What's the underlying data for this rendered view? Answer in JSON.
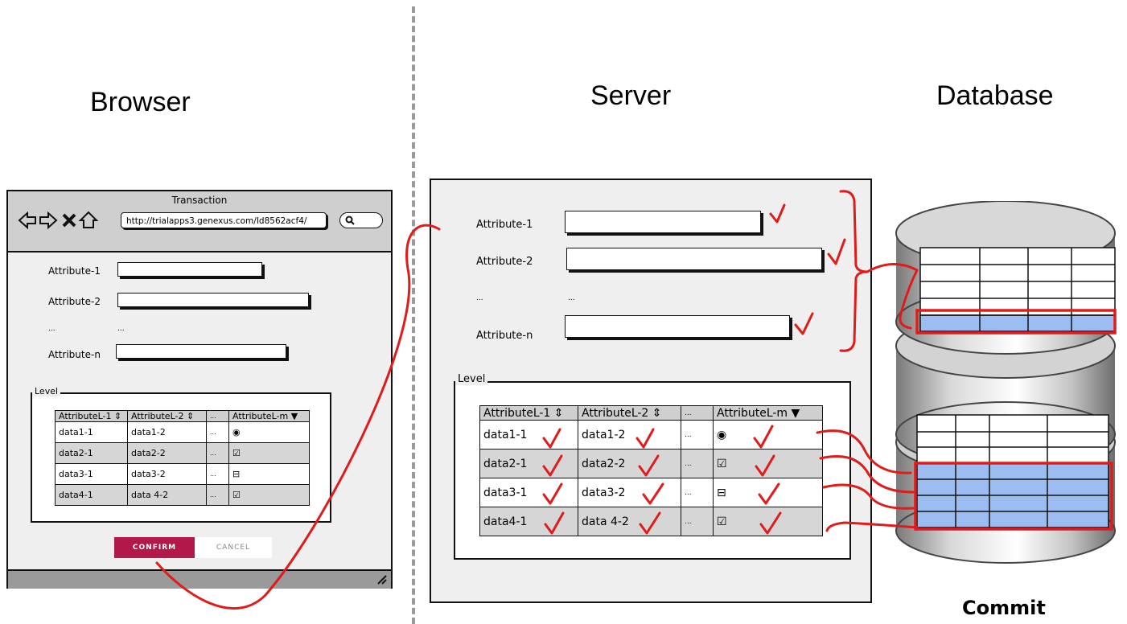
{
  "headings": {
    "browser": "Browser",
    "server": "Server",
    "database": "Database"
  },
  "browser_window": {
    "title": "Transaction",
    "url": "http://trialapps3.genexus.com/Id8562acf4/",
    "attributes": [
      "Attribute-1",
      "Attribute-2",
      "...",
      "Attribute-n"
    ],
    "ellipsis_value": "...",
    "level_label": "Level",
    "columns": [
      "AttributeL-1",
      "AttributeL-2",
      "...",
      "AttributeL-m"
    ],
    "rows": [
      {
        "c1": "data1-1",
        "c2": "data1-2",
        "c3": "...",
        "c4": "◉"
      },
      {
        "c1": "data2-1",
        "c2": "data2-2",
        "c3": "...",
        "c4": "☑"
      },
      {
        "c1": "data3-1",
        "c2": "data3-2",
        "c3": "...",
        "c4": "⊟"
      },
      {
        "c1": "data4-1",
        "c2": "data 4-2",
        "c3": "...",
        "c4": "☑"
      }
    ],
    "confirm_label": "CONFIRM",
    "cancel_label": "CANCEL"
  },
  "server_window": {
    "attributes": [
      "Attribute-1",
      "Attribute-2",
      "...",
      "Attribute-n"
    ],
    "ellipsis_value": "...",
    "level_label": "Level",
    "columns": [
      "AttributeL-1",
      "AttributeL-2",
      "...",
      "AttributeL-m"
    ],
    "rows": [
      {
        "c1": "data1-1",
        "c2": "data1-2",
        "c3": "...",
        "c4": "◉"
      },
      {
        "c1": "data2-1",
        "c2": "data2-2",
        "c3": "...",
        "c4": "☑"
      },
      {
        "c1": "data3-1",
        "c2": "data3-2",
        "c3": "...",
        "c4": "⊟"
      },
      {
        "c1": "data4-1",
        "c2": "data 4-2",
        "c3": "...",
        "c4": "☑"
      }
    ]
  },
  "commit_label": "Commit",
  "colors": {
    "accent_red": "#e01b1b",
    "confirm_button": "#b3184a",
    "db_row_fill": "#9cbdf1"
  }
}
